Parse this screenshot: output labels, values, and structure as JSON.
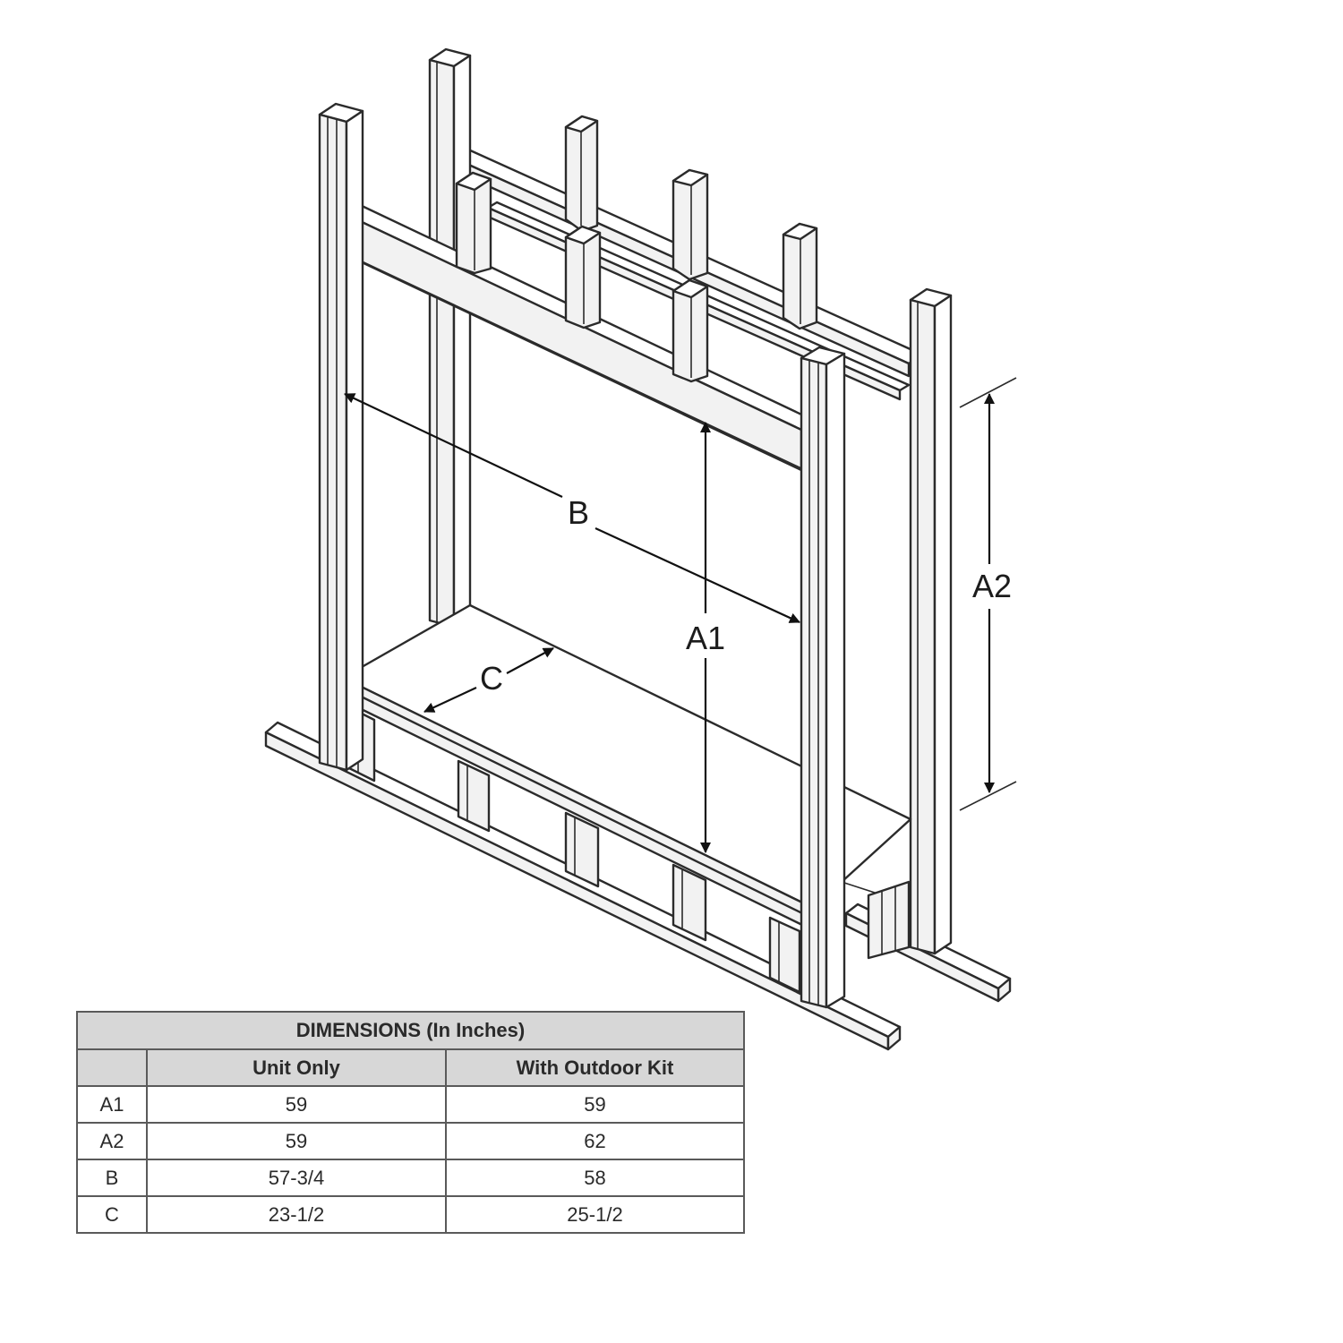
{
  "diagram": {
    "labels": {
      "a1": "A1",
      "a2": "A2",
      "b": "B",
      "c": "C"
    }
  },
  "table": {
    "title": "DIMENSIONS (In Inches)",
    "headers": [
      "",
      "Unit Only",
      "With Outdoor Kit"
    ],
    "rows": [
      {
        "label": "A1",
        "unit_only": "59",
        "outdoor_kit": "59"
      },
      {
        "label": "A2",
        "unit_only": "59",
        "outdoor_kit": "62"
      },
      {
        "label": "B",
        "unit_only": "57-3/4",
        "outdoor_kit": "58"
      },
      {
        "label": "C",
        "unit_only": "23-1/2",
        "outdoor_kit": "25-1/2"
      }
    ]
  }
}
